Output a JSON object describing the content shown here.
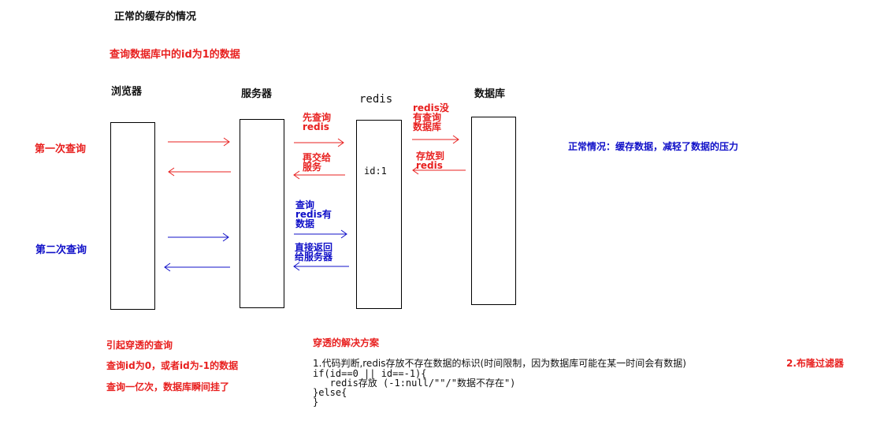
{
  "heading": "正常的缓存的情况",
  "subheading": "查询数据库中的id为1的数据",
  "columns": {
    "browser": "浏览器",
    "server": "服务器",
    "redis": "redis",
    "database": "数据库"
  },
  "rows": {
    "first": "第一次查询",
    "second": "第二次查询"
  },
  "redis_content": "id:1",
  "flow_labels": {
    "first_query_redis": [
      "先查询",
      "redis"
    ],
    "return_to_server": [
      "再交给",
      "服务"
    ],
    "redis_miss": [
      "redis没",
      "有查询",
      "数据库"
    ],
    "store_to_redis": [
      "存放到",
      "redis"
    ],
    "second_query_redis": [
      "查询",
      "redis有",
      "数据"
    ],
    "direct_return": [
      "直接返回",
      "给服务器"
    ]
  },
  "note_normal": "正常情况：缓存数据，减轻了数据的压力",
  "penetration": {
    "title": "引起穿透的查询",
    "line1": "查询id为0，或者id为-1的数据",
    "line2": "查询一亿次，数据库瞬间挂了"
  },
  "solution": {
    "title": "穿透的解决方案",
    "item1": "1.代码判断,redis存放不存在数据的标识(时间限制，因为数据库可能在某一时间会有数据)",
    "item2": "2.布隆过滤器",
    "code": [
      "if(id==0 || id==-1){",
      "   redis存放 (-1:null/\"\"/\"数据不存在\")",
      "}else{",
      "}"
    ]
  },
  "colors": {
    "red": "#e8201f",
    "blue": "#1010c8",
    "black": "#111111"
  }
}
